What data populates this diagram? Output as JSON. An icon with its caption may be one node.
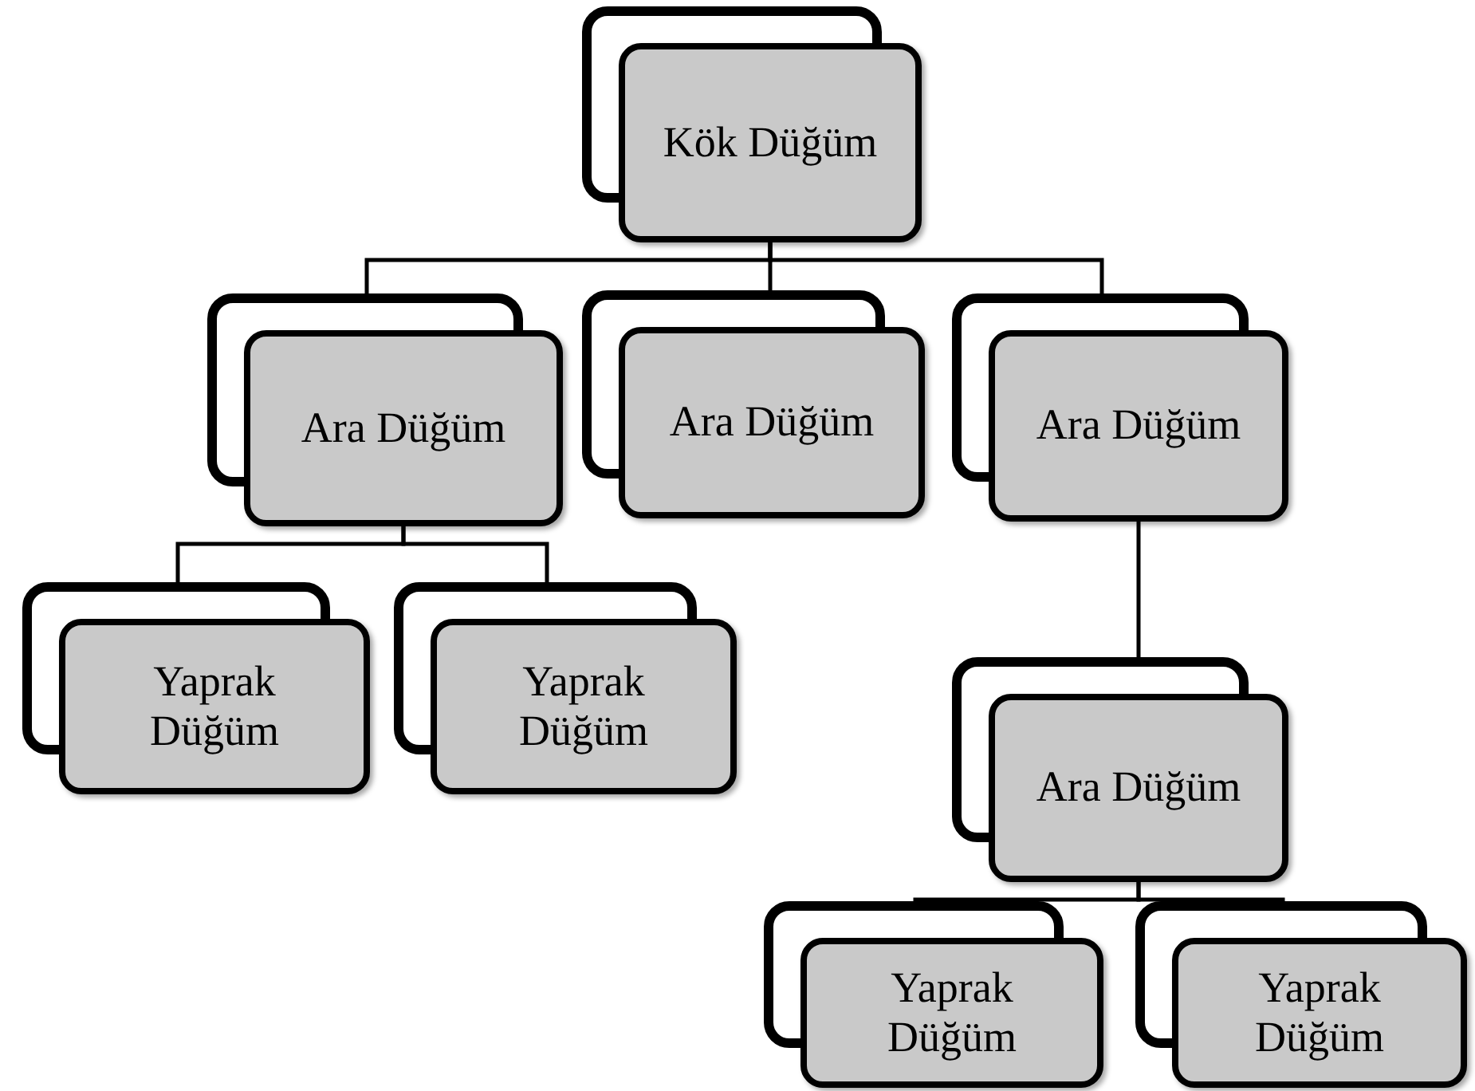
{
  "diagram": {
    "nodes": [
      {
        "text": [
          "Kök Düğüm"
        ]
      },
      {
        "text": [
          "Ara Düğüm"
        ]
      },
      {
        "text": [
          "Ara Düğüm"
        ]
      },
      {
        "text": [
          "Ara Düğüm"
        ]
      },
      {
        "text": [
          "Yaprak Düğüm"
        ]
      },
      {
        "text": [
          "Yaprak Düğüm"
        ]
      },
      {
        "text": [
          "Ara Düğüm"
        ]
      },
      {
        "text": [
          "Yaprak Düğüm"
        ]
      },
      {
        "text": [
          "Yaprak Düğüm"
        ]
      }
    ],
    "edges": [
      {
        "from": 0,
        "to": 1,
        "arrow": "none"
      },
      {
        "from": 0,
        "to": 2,
        "arrow": "none"
      },
      {
        "from": 0,
        "to": 3,
        "arrow": "none"
      },
      {
        "from": 1,
        "to": 4,
        "arrow": "none"
      },
      {
        "from": 1,
        "to": 5,
        "arrow": "none"
      },
      {
        "from": 3,
        "to": 6,
        "arrow": "none"
      },
      {
        "from": 6,
        "to": 7,
        "arrow": "none"
      },
      {
        "from": 6,
        "to": 8,
        "arrow": "none"
      }
    ]
  }
}
